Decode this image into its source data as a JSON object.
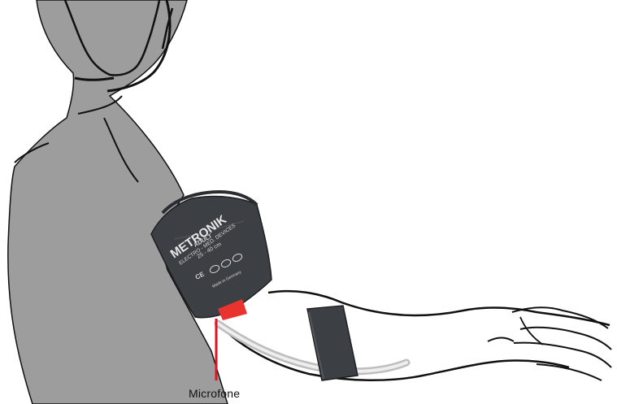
{
  "callout": {
    "label": "Microfone",
    "line_color": "#e0141e"
  },
  "cuff": {
    "brand": "METRONIK",
    "subtitle": "ELECTRO - MED. DEVICES",
    "size_class": "ADULT",
    "range": "25 - 40 cm",
    "ce_mark": "CE",
    "origin": "Made in Germany",
    "color": "#3c3f43",
    "tab_color": "#e8332f"
  },
  "colors": {
    "shirt": "#9d9d9d",
    "outline": "#111111",
    "tube": "#d9d9d9"
  }
}
